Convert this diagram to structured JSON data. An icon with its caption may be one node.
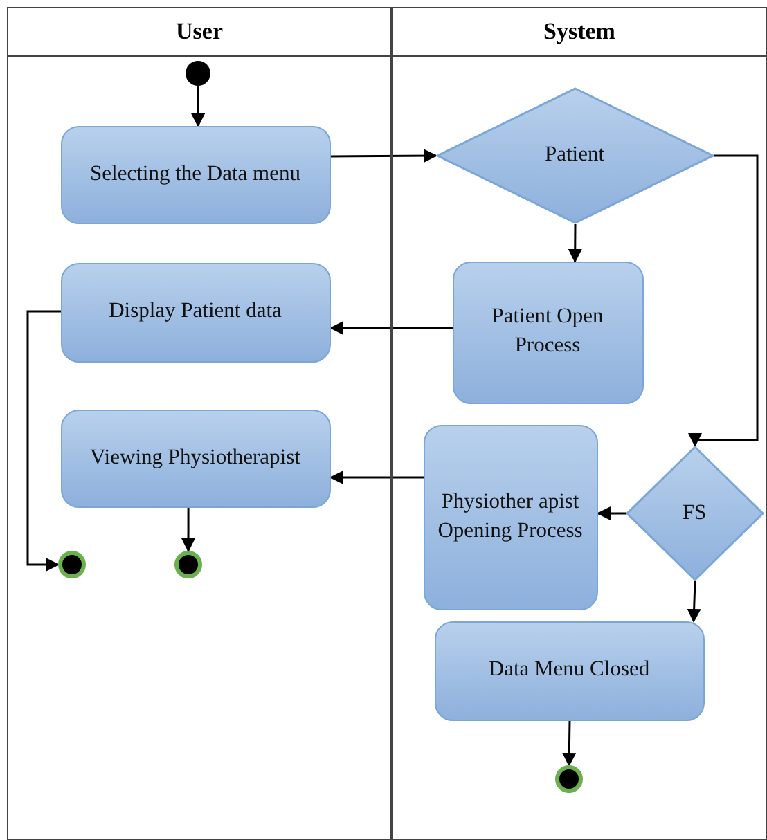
{
  "diagram": {
    "nodes": [
      {
        "text": [
          "User"
        ]
      },
      {
        "text": [
          "System"
        ]
      },
      {
        "text": [],
        "shape": "circle",
        "in": 0
      },
      {
        "text": [
          "Selecting the Data menu"
        ],
        "in": 0
      },
      {
        "text": [
          "Patient"
        ],
        "in": 1
      },
      {
        "text": [
          "Patient Open Process"
        ],
        "in": 1
      },
      {
        "text": [
          "Display Patient data"
        ],
        "in": 0
      },
      {
        "text": [
          "Viewing Physiotherapist"
        ],
        "in": 0
      },
      {
        "text": [
          "FS"
        ],
        "in": 1
      },
      {
        "text": [
          "Physiother apist Opening Process"
        ],
        "in": 1
      },
      {
        "text": [
          "Data Menu Closed"
        ],
        "in": 1
      },
      {
        "text": [],
        "shape": "circle",
        "in": 0
      },
      {
        "text": [],
        "shape": "circle",
        "in": 0
      },
      {
        "text": [],
        "shape": "circle",
        "in": 1
      }
    ],
    "edges": [
      {
        "from": 2,
        "to": 3,
        "arrow": "to"
      },
      {
        "from": 3,
        "to": 4,
        "arrow": "to"
      },
      {
        "from": 4,
        "to": 5,
        "arrow": "to"
      },
      {
        "from": 4,
        "to": 8,
        "arrow": "to"
      },
      {
        "from": 5,
        "to": 6,
        "arrow": "to"
      },
      {
        "from": 8,
        "to": 9,
        "arrow": "to"
      },
      {
        "from": 9,
        "to": 7,
        "arrow": "to"
      },
      {
        "from": 8,
        "to": 10,
        "arrow": "to"
      },
      {
        "from": 10,
        "to": 13,
        "arrow": "to"
      },
      {
        "from": 7,
        "to": 12,
        "arrow": "to"
      },
      {
        "from": 6,
        "to": 11,
        "arrow": "to"
      }
    ]
  }
}
